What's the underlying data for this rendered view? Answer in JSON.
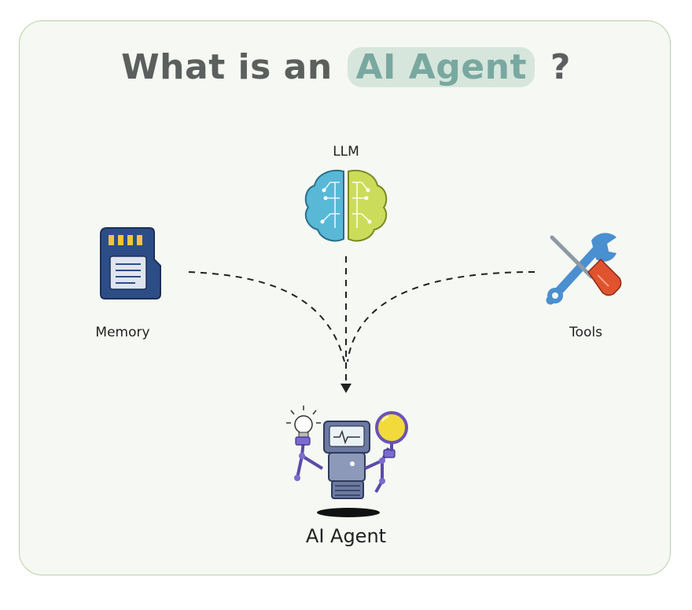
{
  "title": {
    "prefix": "What is an",
    "highlight": "AI Agent",
    "suffix": "?"
  },
  "nodes": {
    "llm": {
      "label": "LLM",
      "icon": "brain-icon"
    },
    "memory": {
      "label": "Memory",
      "icon": "memory-card-icon"
    },
    "tools": {
      "label": "Tools",
      "icon": "wrench-screwdriver-icon"
    },
    "agent": {
      "label": "AI Agent",
      "icon": "robot-icon"
    }
  },
  "colors": {
    "title_text": "#5b5f5d",
    "highlight_text": "#79a8a0",
    "highlight_bg": "#d7e6dc",
    "card_border": "#b9d1a7",
    "card_bg": "#f6f8f3"
  }
}
